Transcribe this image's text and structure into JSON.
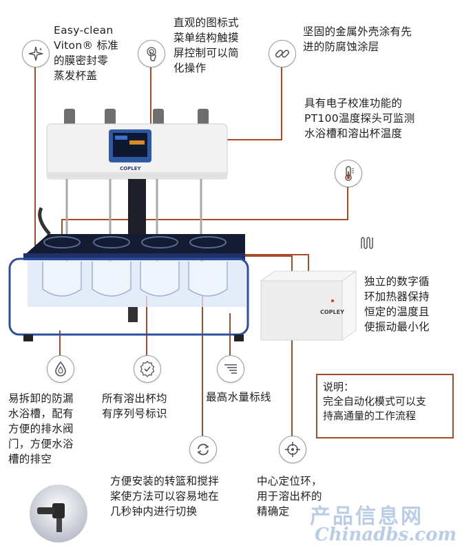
{
  "callouts": {
    "lid": "Easy-clean\nViton® 标准\n的膜密封零\n蒸发杯盖",
    "touch": "直观的图标式\n菜单结构触摸\n屏控制可以简\n化操作",
    "housing": "坚固的金属外壳涂有先\n进的防腐蚀涂层",
    "probe": "具有电子校准功能的\nPT100温度探头可监测\n水浴槽和溶出杯温度",
    "heater": "独立的数字循\n环加热器保持\n恒定的温度且\n使振动最小化",
    "bath": "易拆卸的防漏\n水浴槽，配有\n方便的排水阀\n门，方便水浴\n槽的排空",
    "serial": "所有溶出杯均\n有序列号标识",
    "waterline": "最高水量标线",
    "basket": "方便安装的转篮和搅拌\n桨使方法可以容易地在\n几秒钟内进行切换",
    "centering": "中心定位环，\n用于溶出杯的\n精确定"
  },
  "note": {
    "text": "说明：\n完全自动化模式可以支\n持高通量的工作流程"
  },
  "brand": {
    "main_unit": "COPLEY",
    "heater_unit": "COPLEY"
  },
  "watermark": {
    "cn": "产品信息网",
    "en": "Chinadbs.com"
  },
  "colors": {
    "line": "#a84a26",
    "icon_stroke": "#555555",
    "bath_blue": "#2b4f9a"
  }
}
